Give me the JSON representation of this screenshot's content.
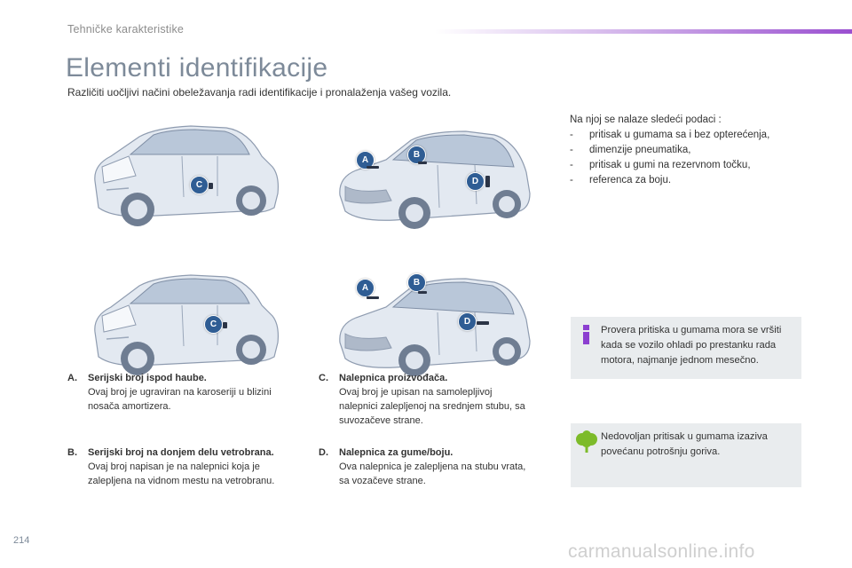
{
  "header": {
    "section": "Tehničke karakteristike"
  },
  "page": {
    "title": "Elementi identifikacije",
    "subtitle": "Različiti uočljivi načini obeležavanja radi identifikacije i pronalaženja vašeg vozila.",
    "number": "214"
  },
  "figure_markers": {
    "car1": [
      "C"
    ],
    "car2": [
      "A",
      "B",
      "D"
    ],
    "car3": [
      "C"
    ],
    "car4": [
      "A",
      "B",
      "D"
    ]
  },
  "intro": {
    "lead": "Na njoj se nalaze sledeći podaci :",
    "bullet_symbol": "-",
    "items": [
      "pritisak u gumama sa i bez opterećenja,",
      "dimenzije pneumatika,",
      "pritisak u gumi na rezervnom točku,",
      "referenca za boju."
    ]
  },
  "entries": [
    {
      "letter": "A.",
      "title": "Serijski broj ispod haube.",
      "lines": [
        "Ovaj broj je ugraviran na karoseriji u blizini",
        "nosača amortizera."
      ]
    },
    {
      "letter": "B.",
      "title": "Serijski broj na donjem delu vetrobrana.",
      "lines": [
        "Ovaj broj napisan je na nalepnici koja je",
        "zalepljena na vidnom mestu na vetrobranu."
      ]
    },
    {
      "letter": "C.",
      "title": "Nalepnica proizvođača.",
      "lines": [
        "Ovaj broj je upisan na samolepljivoj",
        "nalepnici zalepljenoj na srednjem stubu, sa",
        "suvozačeve strane."
      ]
    },
    {
      "letter": "D.",
      "title": "Nalepnica za gume/boju.",
      "lines": [
        "Ova nalepnica je zalepljena na stubu vrata,",
        "sa vozačeve strane."
      ]
    }
  ],
  "notes": {
    "info": [
      "Provera pritiska u gumama mora se vršiti",
      "kada se vozilo ohladi po prestanku rada",
      "motora, najmanje jednom mesečno."
    ],
    "eco": [
      "Nedovoljan pritisak u gumama izaziva",
      "povećanu potrošnju goriva."
    ]
  },
  "colors": {
    "accent_purple": "#9a4fd0",
    "title_gray": "#7d8a99",
    "marker_blue": "#2f5d94",
    "info_icon": "#8c3fd0",
    "eco_icon": "#7dbb2a",
    "note_bg": "#e9ecee"
  },
  "watermark": "carmanualsonline.info"
}
